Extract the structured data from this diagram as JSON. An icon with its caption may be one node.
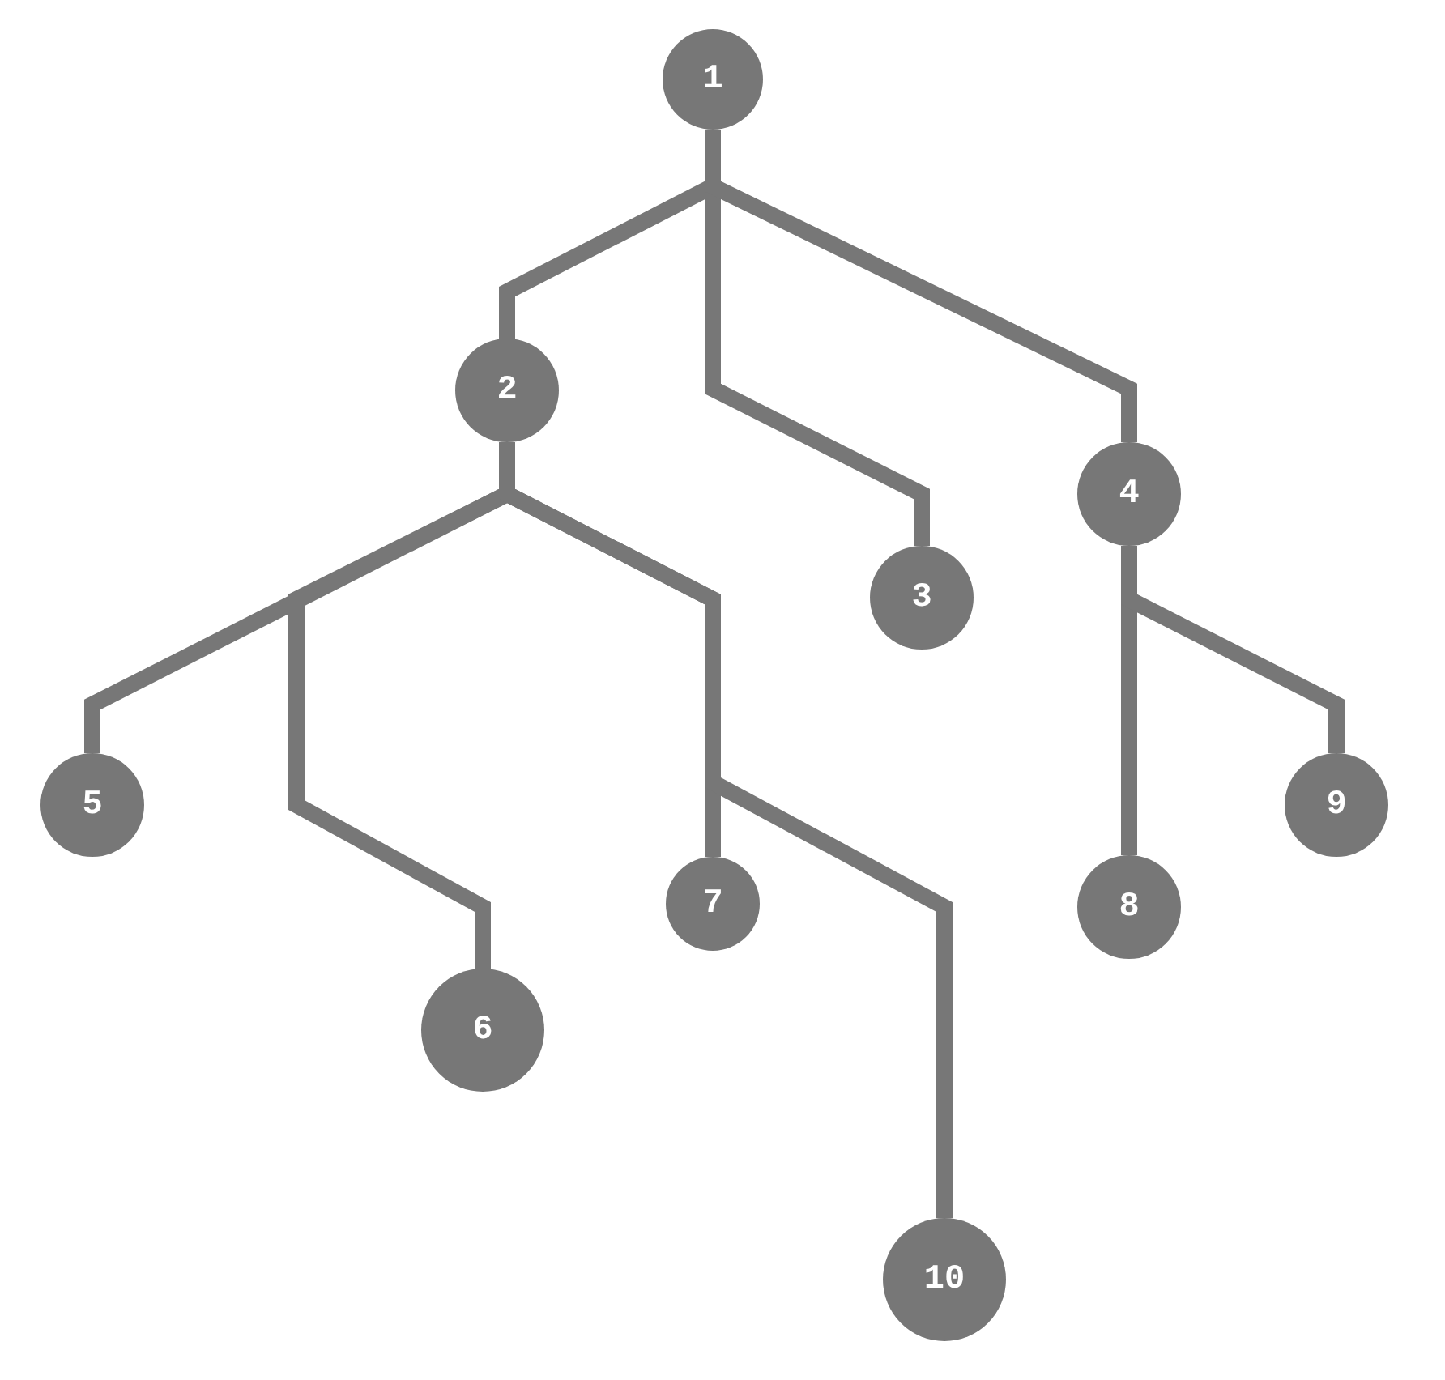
{
  "diagram": {
    "nodes": [
      {
        "text": [
          "1"
        ]
      },
      {
        "text": [
          "2"
        ]
      },
      {
        "text": [
          "3"
        ]
      },
      {
        "text": [
          "4"
        ]
      },
      {
        "text": [
          "5"
        ]
      },
      {
        "text": [
          "6"
        ]
      },
      {
        "text": [
          "7"
        ]
      },
      {
        "text": [
          "8"
        ]
      },
      {
        "text": [
          "9"
        ]
      },
      {
        "text": [
          "10"
        ]
      }
    ],
    "edges": [
      {
        "from": 0,
        "to": 1,
        "arrow": "none"
      },
      {
        "from": 0,
        "to": 2,
        "arrow": "none"
      },
      {
        "from": 0,
        "to": 3,
        "arrow": "none"
      },
      {
        "from": 1,
        "to": 4,
        "arrow": "none"
      },
      {
        "from": 1,
        "to": 5,
        "arrow": "none"
      },
      {
        "from": 1,
        "to": 6,
        "arrow": "none"
      },
      {
        "from": 1,
        "to": 9,
        "arrow": "none"
      },
      {
        "from": 3,
        "to": 7,
        "arrow": "none"
      },
      {
        "from": 3,
        "to": 8,
        "arrow": "none"
      }
    ]
  }
}
